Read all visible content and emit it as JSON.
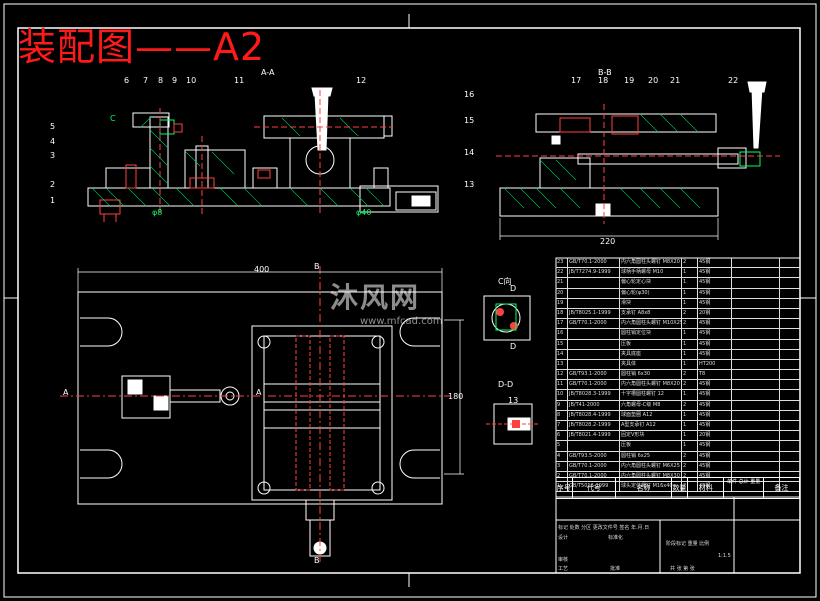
{
  "title": "装配图——A2",
  "watermark": {
    "brand": "沐风网",
    "url": "www.mfcad.com"
  },
  "views": {
    "aa": "A-A",
    "bb": "B-B",
    "cdir": "C向",
    "dd": "D-D",
    "c_arrow": "C",
    "a_left": "A",
    "a_right": "A",
    "b_top": "B",
    "b_bottom": "B",
    "d_top": "D",
    "d_bottom": "D"
  },
  "dims": {
    "plan_width": "400",
    "bb_width": "220",
    "plan_height": "180",
    "dia_left": "φ8",
    "dia_mid": "φ40",
    "dd_dim": "13"
  },
  "balloons": {
    "aa": [
      "6",
      "7",
      "8",
      "9",
      "10",
      "11",
      "12",
      "5",
      "4",
      "3",
      "2",
      "1"
    ],
    "bb": [
      "17",
      "18",
      "19",
      "20",
      "21",
      "22",
      "16",
      "15",
      "14",
      "13"
    ]
  },
  "bom": {
    "rows": [
      [
        "23",
        "GB/T70.1-2000",
        "内六角圆柱头螺钉 M8X20",
        "2",
        "45钢"
      ],
      [
        "22",
        "JB/T7274.9-1999",
        "球柄手柄螺母 M10",
        "1",
        "45钢"
      ],
      [
        "21",
        "",
        "偏心轮定心块",
        "1",
        "45钢"
      ],
      [
        "20",
        "",
        "偏心轮(φ30)",
        "1",
        "45钢"
      ],
      [
        "19",
        "",
        "滑块",
        "1",
        "45钢"
      ],
      [
        "18",
        "JB/T8025.1-1999",
        "支承钉 A8x8",
        "2",
        "20钢"
      ],
      [
        "17",
        "GB/T70.1-2000",
        "内六角圆柱头螺钉 M10X25",
        "2",
        "45钢"
      ],
      [
        "16",
        "",
        "圆柱销定位块",
        "1",
        "45钢"
      ],
      [
        "15",
        "",
        "压板",
        "1",
        "45钢"
      ],
      [
        "14",
        "",
        "夹具底座",
        "1",
        "45钢"
      ],
      [
        "13",
        "",
        "夹具体",
        "1",
        "HT200"
      ],
      [
        "12",
        "GB/T93.1-2000",
        "圆柱销 6x30",
        "2",
        "T8"
      ],
      [
        "11",
        "GB/T70.1-2000",
        "内六角圆柱头螺钉 M8X20",
        "2",
        "45钢"
      ],
      [
        "10",
        "JB/T8028.3-1999",
        "十字槽圆柱螺钉 12",
        "1",
        "45钢"
      ],
      [
        "9",
        "JB/T41-2000",
        "六角螺母-C级 M8",
        "2",
        "45钢"
      ],
      [
        "8",
        "JB/T8028.4-1999",
        "球面垫圈 A12",
        "1",
        "45钢"
      ],
      [
        "7",
        "JB/T8028.2-1999",
        "A型支承钉 A12",
        "1",
        "45钢"
      ],
      [
        "6",
        "JB/T8021.4-1999",
        "固定V形块",
        "1",
        "20钢"
      ],
      [
        "5",
        "",
        "压板",
        "1",
        "45钢"
      ],
      [
        "4",
        "GB/T93.5-2000",
        "圆柱销 6x25",
        "2",
        "45钢"
      ],
      [
        "3",
        "GB/T70.1-2000",
        "内六角圆柱头螺钉 M6X25",
        "2",
        "45钢"
      ],
      [
        "2",
        "GB/T70.1-2000",
        "内六角圆柱头螺钉 M8X30",
        "2",
        "45钢"
      ],
      [
        "1",
        "GB/T5016-1999",
        "球头定位螺钉 M16x40",
        "2",
        "45钢"
      ]
    ],
    "header": [
      "序号",
      "代号",
      "名称",
      "数量",
      "材料",
      "单件 总计 重量",
      "备注"
    ]
  },
  "titleblock": {
    "t1": "标记 处数  分区  更改文件号  签名  年.月.日",
    "t2": "设计",
    "t3": "标准化",
    "t4": "阶段标记  重量  比例",
    "t5": "审核",
    "t6": "工艺",
    "t7": "批准",
    "t8": "共  张  第  张",
    "scale": "1:1.5"
  }
}
